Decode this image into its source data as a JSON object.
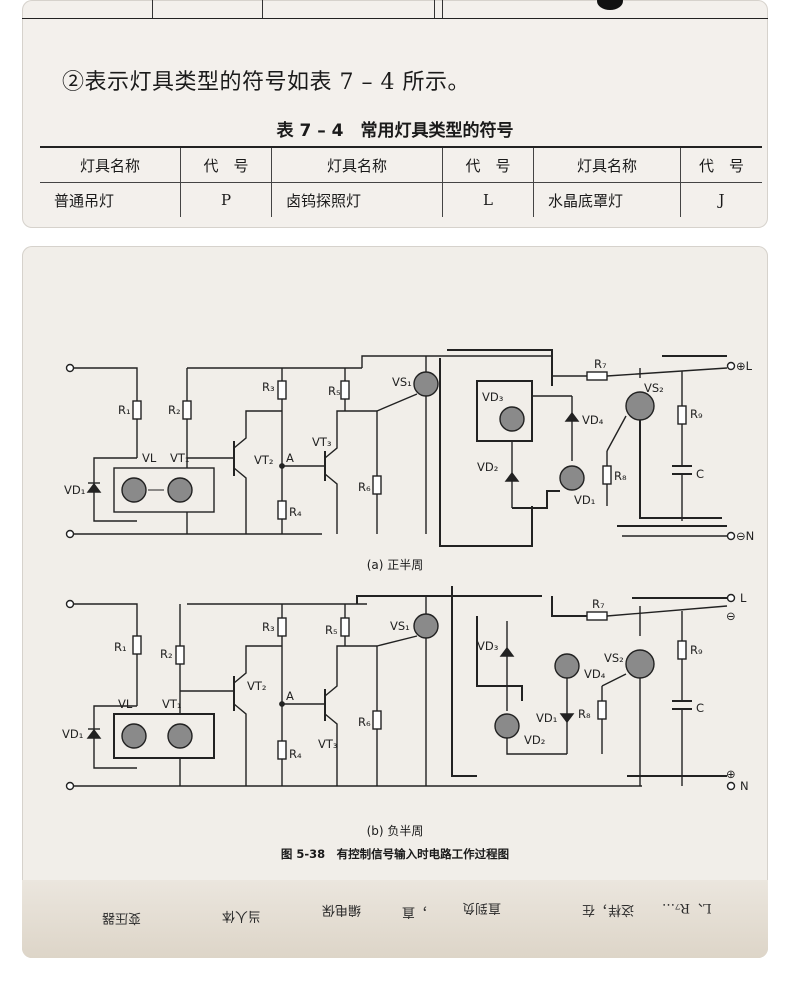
{
  "intro_text": "②表示灯具类型的符号如表 7 – 4 所示。",
  "table": {
    "title": "表 7 – 4　常用灯具类型的符号",
    "headers": [
      "灯具名称",
      "代　号",
      "灯具名称",
      "代　号",
      "灯具名称",
      "代　号"
    ],
    "rows": [
      [
        "普通吊灯",
        "P",
        "卤钨探照灯",
        "L",
        "水晶底罩灯",
        "J"
      ]
    ]
  },
  "figure": {
    "label_a": "(a)  正半周",
    "label_b": "(b)  负半周",
    "caption": "图 5-38　有控制信号输入时电路工作过程图",
    "components": {
      "R1": "R₁",
      "R2": "R₂",
      "R3": "R₃",
      "R4": "R₄",
      "R5": "R₅",
      "R6": "R₆",
      "R7": "R₇",
      "R8": "R₈",
      "R9": "R₉",
      "VL": "VL",
      "VT1": "VT₁",
      "VT2": "VT₂",
      "VT3": "VT₃",
      "VD1": "VD₁",
      "VD2": "VD₂",
      "VD3": "VD₃",
      "VD4": "VD₄",
      "VS1": "VS₁",
      "VS2": "VS₂",
      "A": "A",
      "C": "C",
      "L_a": "⊕L",
      "N_a": "⊖N",
      "L_b": "L",
      "L_b_sign": "⊖",
      "N_b": "N",
      "N_b_sign": "⊕"
    }
  },
  "page_strip_snippets": [
    "L、R₇…",
    "这样，在",
    "直到负",
    "变压器",
    "当人体",
    "编电保",
    "，直"
  ]
}
